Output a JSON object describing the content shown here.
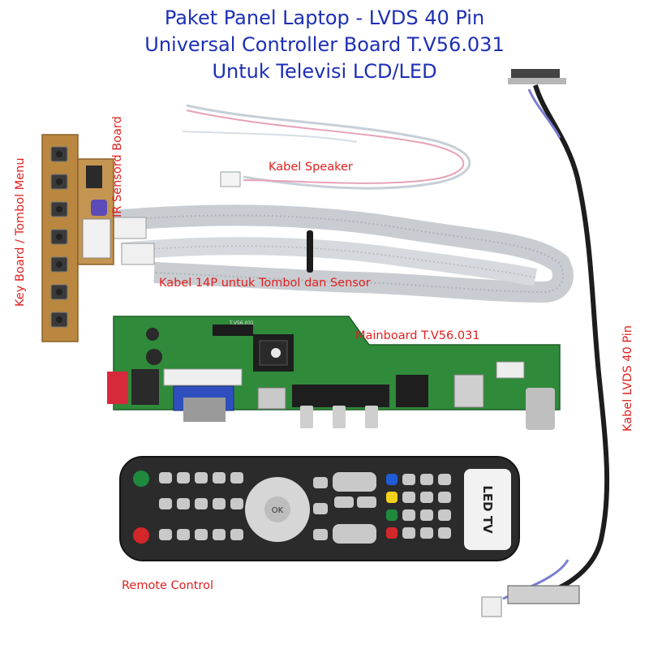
{
  "title": {
    "line1": "Paket Panel Laptop - LVDS 40 Pin",
    "line2": "Universal Controller Board T.V56.031",
    "line3": "Untuk Televisi LCD/LED"
  },
  "labels": {
    "ir_sensor_board": "IR Sensord Board",
    "key_board": "Key Board / Tombol Menu",
    "kabel_speaker": "Kabel Speaker",
    "kabel_14p": "Kabel 14P untuk Tombol dan Sensor",
    "mainboard": "Mainboard T.V56.031",
    "kabel_lvds": "Kabel LVDS 40 Pin",
    "remote_control": "Remote Control"
  },
  "remote": {
    "brand_text": "LED TV",
    "ok_text": "OK"
  },
  "mainboard_silkscreen": "T.V56.031",
  "colors": {
    "title": "#1d2fb5",
    "label": "#e0201e",
    "pcb_green": "#2f8a3a",
    "pcb_brown": "#b9873f",
    "remote_body": "#2b2b2b"
  }
}
